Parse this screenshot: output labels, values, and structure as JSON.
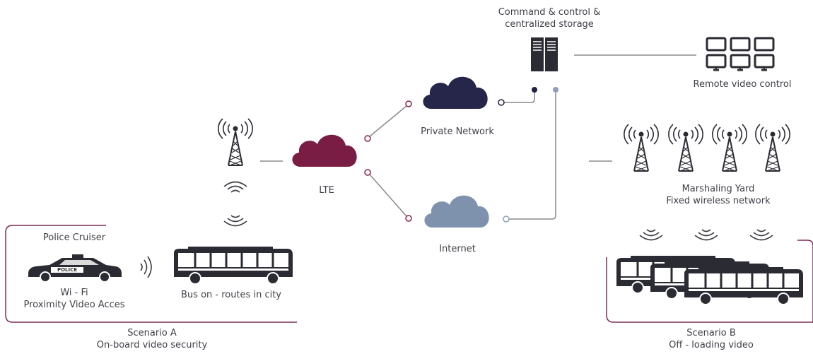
{
  "header": {
    "command_line1": "Command & control &",
    "command_line2": "centralized storage"
  },
  "nodes": {
    "remote": "Remote video control",
    "private_network": "Private Network",
    "lte": "LTE",
    "internet": "Internet",
    "yard_line1": "Marshaling Yard",
    "yard_line2": "Fixed wireless network"
  },
  "scenario_a": {
    "police_cruiser": "Police Cruiser",
    "police_badge": "POLICE",
    "wifi": "Wi - Fi",
    "proximity": "Proximity Video Acces",
    "bus": "Bus on - routes in city",
    "title": "Scenario A",
    "subtitle": "On-board video security"
  },
  "scenario_b": {
    "title": "Scenario B",
    "subtitle": "Off - loading video"
  },
  "colors": {
    "lte_cloud": "#7a1d45",
    "private_cloud": "#25264a",
    "internet_cloud": "#7f92ad",
    "link_red": "#8a2240",
    "link_navy": "#1f2140",
    "link_blue": "#8d9fb8",
    "scenario_frame": "#7a2a55",
    "lines": "#8a8a8a",
    "icon": "#2b2b33"
  }
}
